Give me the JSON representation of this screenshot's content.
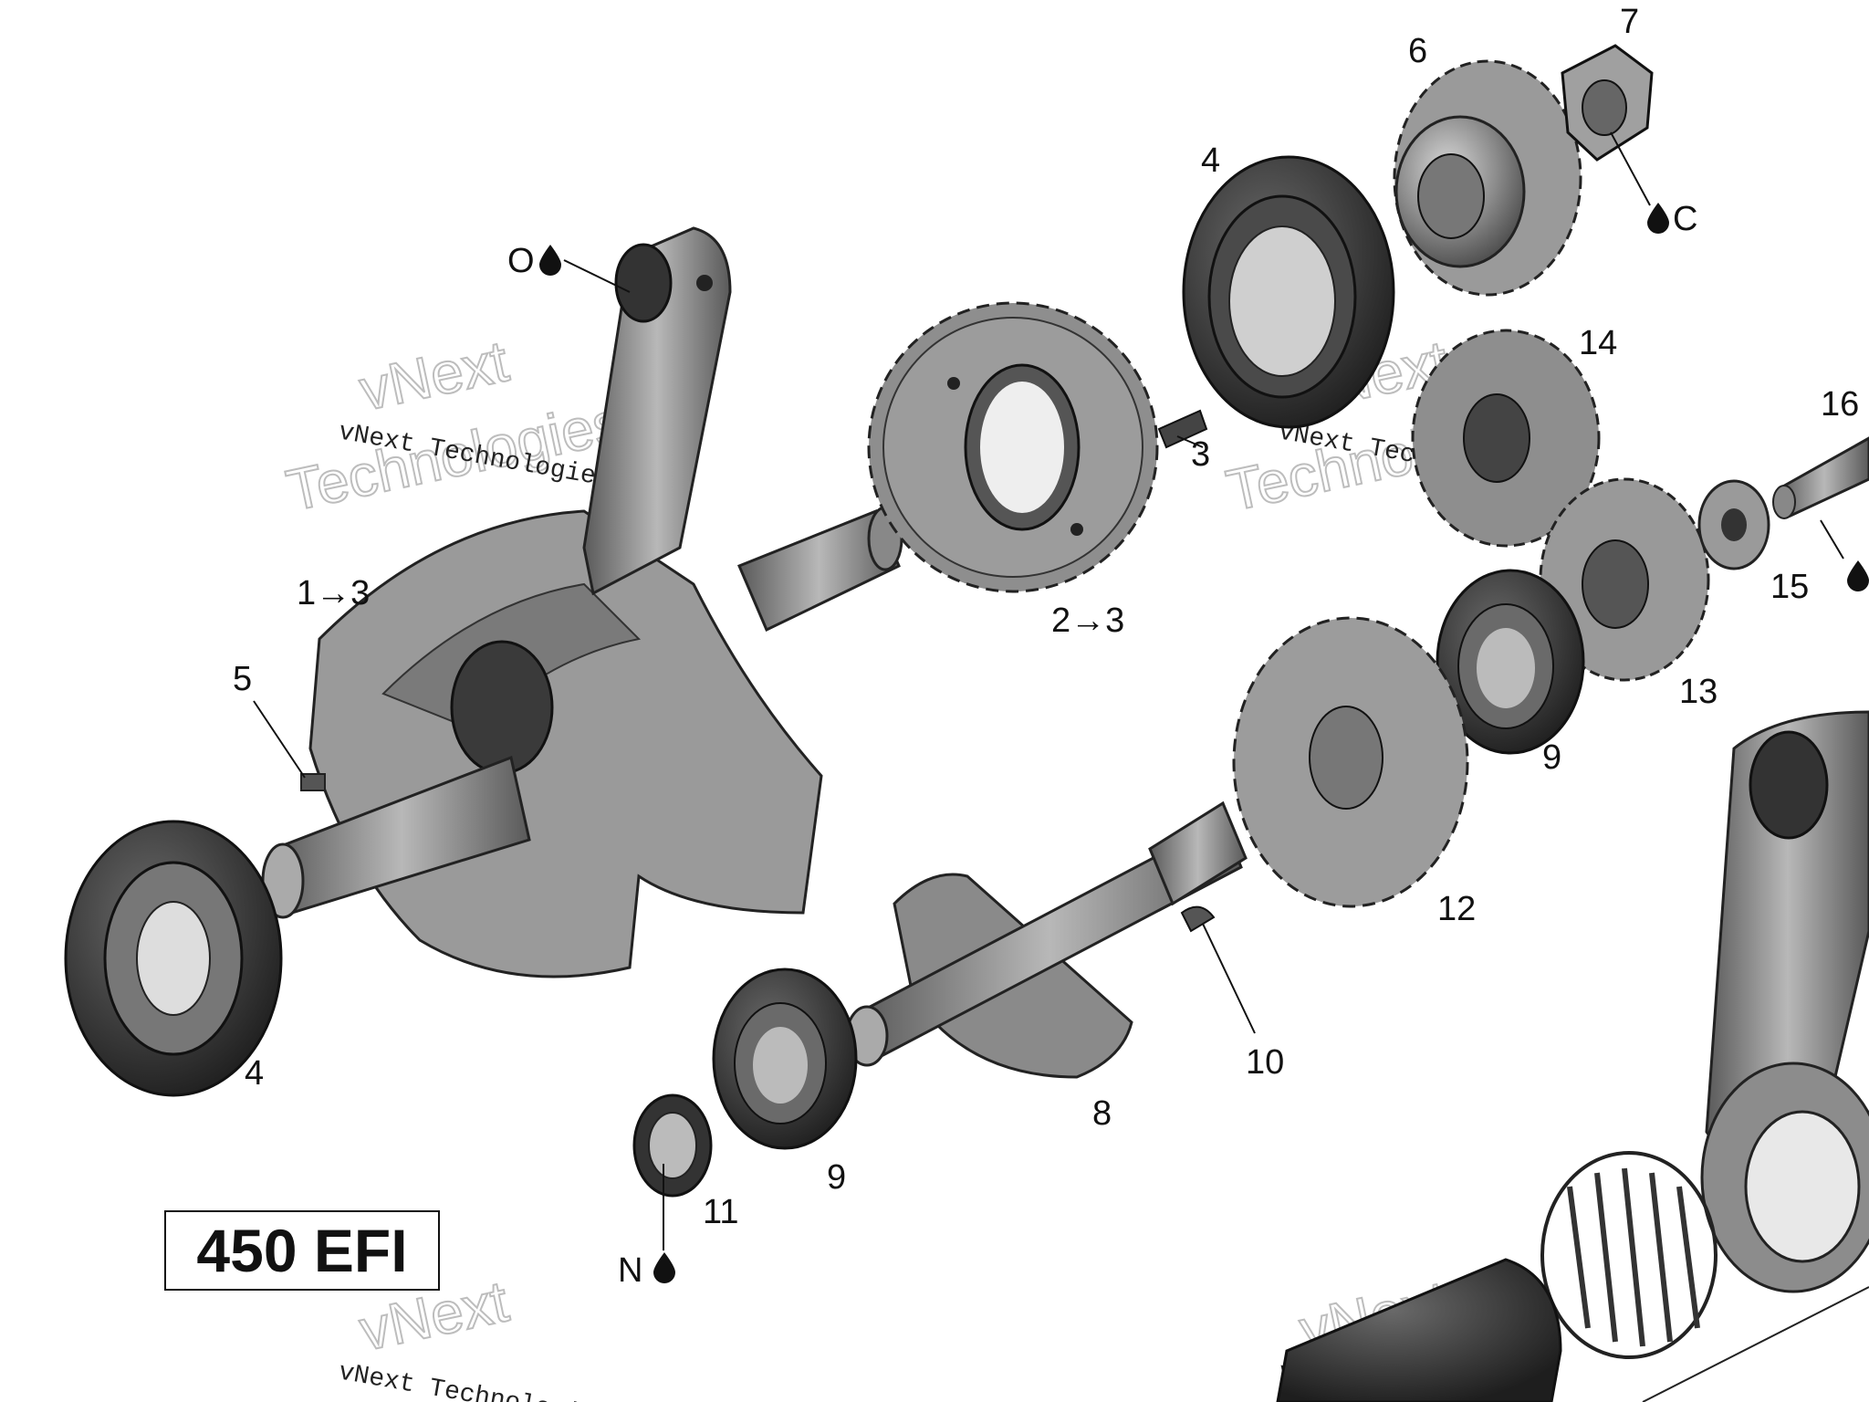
{
  "model_label": "450 EFI",
  "callouts": {
    "c_1to3": "1→3",
    "c_2to3": "2→3",
    "c_3": "3",
    "c_4_top": "4",
    "c_4_bottom": "4",
    "c_5": "5",
    "c_6": "6",
    "c_7": "7",
    "c_8": "8",
    "c_9_upper": "9",
    "c_9_lower": "9",
    "c_10": "10",
    "c_11": "11",
    "c_12": "12",
    "c_13": "13",
    "c_14": "14",
    "c_15": "15",
    "c_16": "16",
    "lube_o": "O",
    "lube_c": "C",
    "lube_n": "N"
  },
  "watermark": {
    "brand": "vNext",
    "brand2": "Technologies",
    "line": "vNext Technologies"
  },
  "icons": [
    "oil-drop-icon"
  ]
}
